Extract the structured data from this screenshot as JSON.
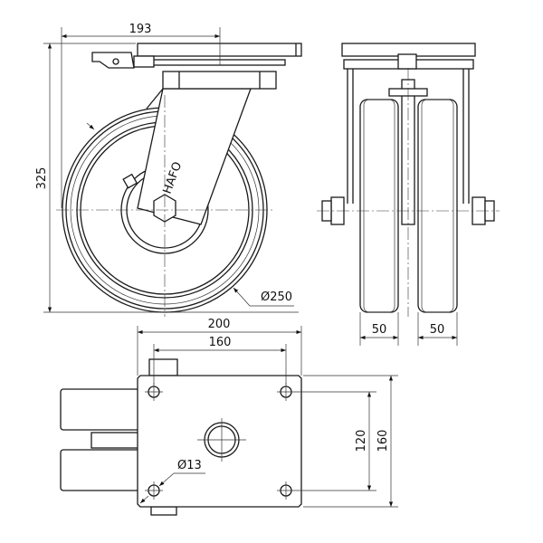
{
  "title": "Swivel castor technical drawing",
  "side_view": {
    "width_dim": "193",
    "height_dim": "325",
    "wheel_diameter": "Ø250"
  },
  "front_view": {
    "wheel_width_left": "50",
    "wheel_width_right": "50"
  },
  "top_view": {
    "plate_length": "200",
    "hole_spacing_length": "160",
    "hole_spacing_width": "120",
    "plate_width": "160",
    "hole_diameter": "Ø13"
  },
  "logo": "HAFO"
}
